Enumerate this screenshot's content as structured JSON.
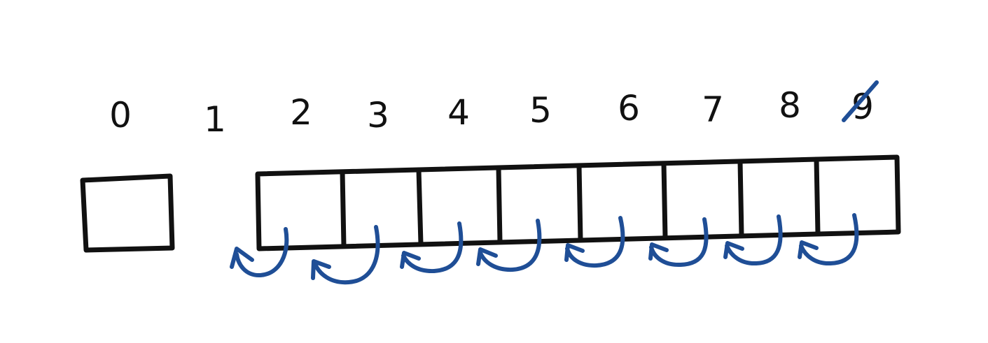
{
  "diagram": {
    "index_labels": [
      "0",
      "1",
      "2",
      "3",
      "4",
      "5",
      "6",
      "7",
      "8",
      "9"
    ],
    "struck_index": "9",
    "separate_slot_index": "0",
    "array_slot_indices": [
      "2",
      "3",
      "4",
      "5",
      "6",
      "7",
      "8",
      "9"
    ],
    "shift_arrows": [
      {
        "from": "2",
        "direction": "left"
      },
      {
        "from": "3",
        "direction": "left"
      },
      {
        "from": "4",
        "direction": "left"
      },
      {
        "from": "5",
        "direction": "left"
      },
      {
        "from": "6",
        "direction": "left"
      },
      {
        "from": "7",
        "direction": "left"
      },
      {
        "from": "8",
        "direction": "left"
      },
      {
        "from": "9",
        "direction": "left"
      }
    ],
    "colors": {
      "ink": "#111111",
      "arrow": "#1f4e96",
      "strike": "#1f4e96",
      "background": "#ffffff"
    }
  }
}
